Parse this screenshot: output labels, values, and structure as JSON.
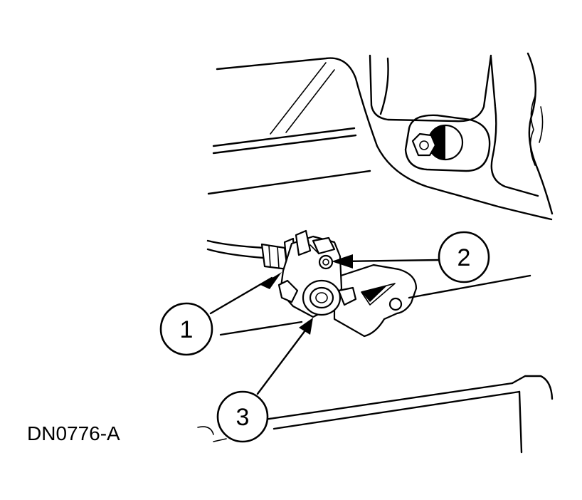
{
  "figure": {
    "id_label": "DN0776-A"
  },
  "callouts": [
    {
      "number": "1"
    },
    {
      "number": "2"
    },
    {
      "number": "3"
    }
  ],
  "colors": {
    "ink": "#000000",
    "paper": "#ffffff"
  }
}
